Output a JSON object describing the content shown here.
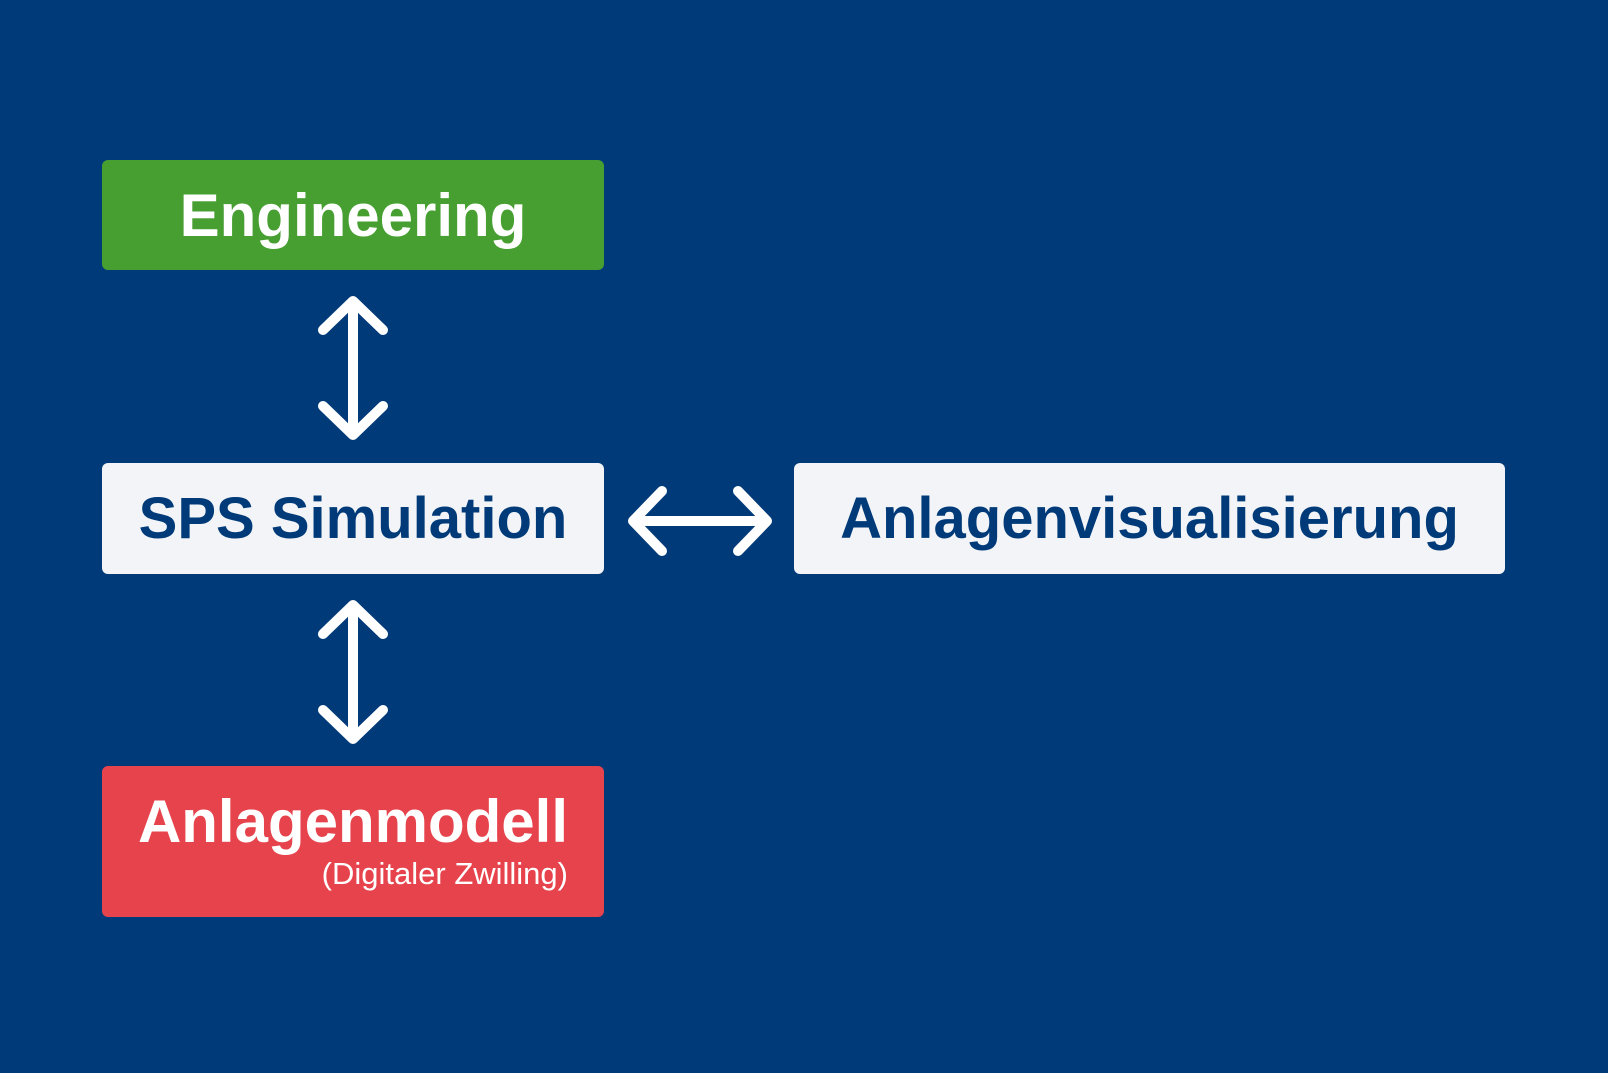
{
  "diagram": {
    "background_color": "#003a78",
    "nodes": {
      "engineering": {
        "label": "Engineering",
        "color": "#479f31"
      },
      "sps_simulation": {
        "label": "SPS Simulation",
        "color": "#f2f4f7"
      },
      "anlagenvisualisierung": {
        "label": "Anlagenvisualisierung",
        "color": "#f2f4f7"
      },
      "anlagenmodell": {
        "label": "Anlagenmodell",
        "sublabel": "(Digitaler Zwilling)",
        "color": "#e6434c"
      }
    },
    "edges": [
      {
        "from": "engineering",
        "to": "sps_simulation",
        "direction": "bidirectional"
      },
      {
        "from": "sps_simulation",
        "to": "anlagenvisualisierung",
        "direction": "bidirectional"
      },
      {
        "from": "sps_simulation",
        "to": "anlagenmodell",
        "direction": "bidirectional"
      }
    ]
  }
}
